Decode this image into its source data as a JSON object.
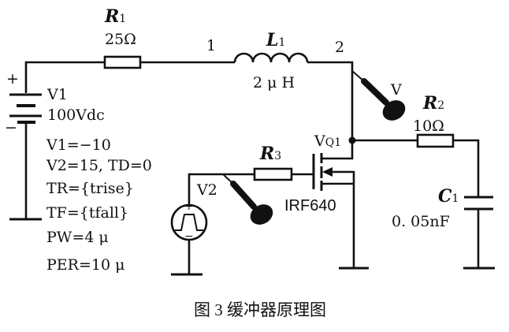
{
  "components": {
    "r1": {
      "name": "R",
      "index": "1",
      "value": "25Ω"
    },
    "l1": {
      "name": "L",
      "index": "1",
      "value": "2 μ H"
    },
    "r2": {
      "name": "R",
      "index": "2",
      "value": "10Ω"
    },
    "r3": {
      "name": "R",
      "index": "3"
    },
    "c1": {
      "name": "C",
      "index": "1",
      "value": "0. 05nF"
    },
    "v1": {
      "name": "V1",
      "value": "100Vdc",
      "plus": "+",
      "minus": "−"
    },
    "v2": {
      "name": "V2",
      "plus": "+",
      "minus": "−"
    },
    "q1": {
      "name": "V",
      "index": "Q1",
      "part": "IRF640"
    }
  },
  "nodes": {
    "n1": "1",
    "n2": "2"
  },
  "probe_label": "V",
  "v2_params": [
    "V1=−10",
    "V2=15, TD=0",
    "TR={trise}",
    "TF={tfall}",
    "PW=4 μ",
    "PER=10 μ"
  ],
  "caption": "图 3  缓冲器原理图"
}
